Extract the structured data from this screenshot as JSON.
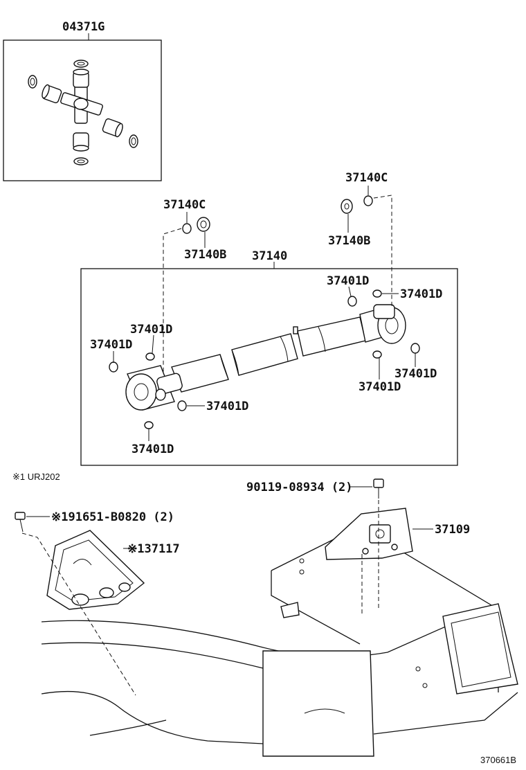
{
  "labels": {
    "kit_top": "04371G",
    "shaft_assy": "37140",
    "c_left": "37140C",
    "b_left": "37140B",
    "c_right": "37140C",
    "b_right": "37140B",
    "d1": "37401D",
    "d2": "37401D",
    "d3": "37401D",
    "d4": "37401D",
    "d5": "37401D",
    "d6": "37401D",
    "d7": "37401D",
    "d8": "37401D",
    "bolt_right": "90119-08934 (2)",
    "bracket_right": "37109",
    "bolt_left": "※191651-B0820 (2)",
    "bracket_left": "※137117"
  },
  "note": "※1 URJ202",
  "figure_id": "370661B"
}
